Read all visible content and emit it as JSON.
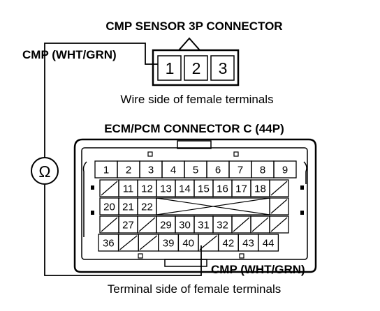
{
  "sensor_title": "CMP SENSOR 3P CONNECTOR",
  "sensor_pins": [
    "1",
    "2",
    "3"
  ],
  "sensor_wire_label": "CMP (WHT/GRN)",
  "sensor_caption": "Wire side of female terminals",
  "ecm_title": "ECM/PCM CONNECTOR C (44P)",
  "ohm_symbol": "Ω",
  "ecm_rows": [
    [
      "1",
      "2",
      "3",
      "4",
      "5",
      "6",
      "7",
      "8",
      "9"
    ],
    [
      "",
      "11",
      "12",
      "13",
      "14",
      "15",
      "16",
      "17",
      "18",
      ""
    ],
    [
      "20",
      "21",
      "22",
      "",
      "",
      "",
      "",
      "",
      "",
      ""
    ],
    [
      "",
      "27",
      "",
      "29",
      "30",
      "31",
      "32",
      "",
      "",
      ""
    ],
    [
      "36",
      "",
      "",
      "39",
      "40",
      "",
      "42",
      "43",
      "44"
    ]
  ],
  "ecm_wire_label": "CMP (WHT/GRN)",
  "ecm_caption": "Terminal side of female terminals"
}
